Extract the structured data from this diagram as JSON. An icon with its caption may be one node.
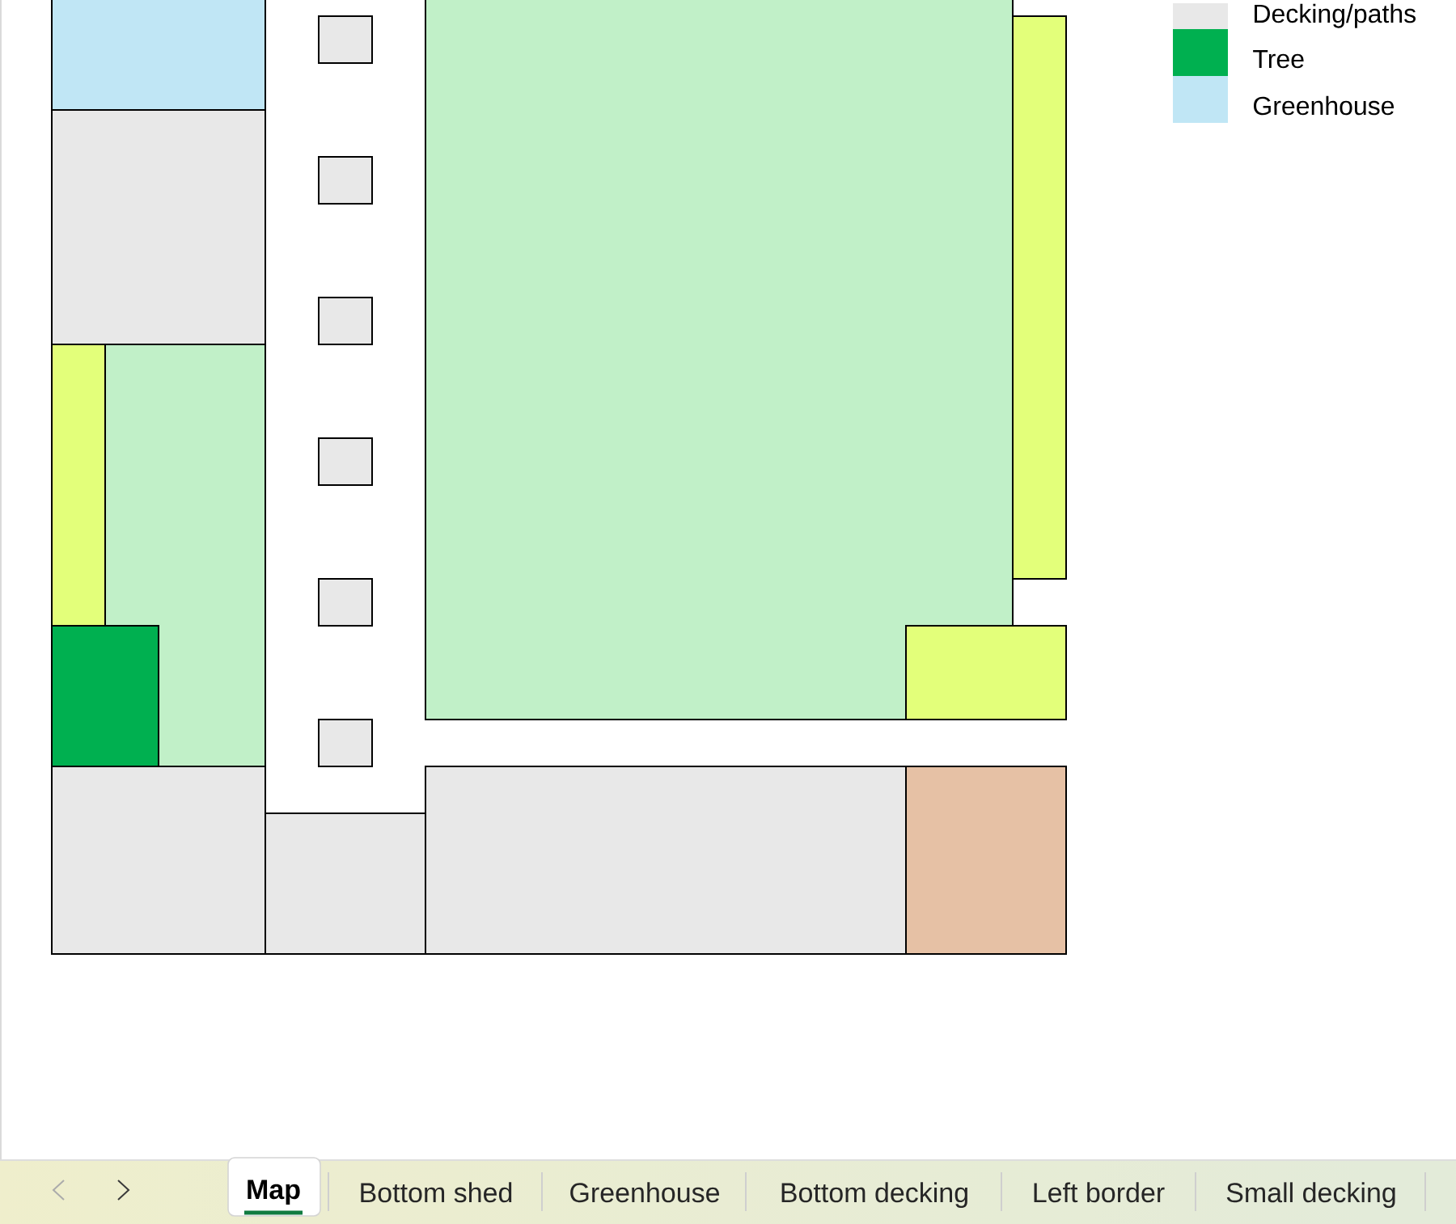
{
  "diagram": {
    "nodes": [
      {
        "text": [],
        "shape": "box"
      },
      {
        "text": [],
        "shape": "box"
      },
      {
        "text": [],
        "shape": "box"
      },
      {
        "text": [],
        "shape": "box"
      },
      {
        "text": [],
        "shape": "box"
      },
      {
        "text": [],
        "shape": "box"
      },
      {
        "text": [],
        "shape": "box"
      },
      {
        "text": [],
        "shape": "box"
      },
      {
        "text": [],
        "shape": "box"
      },
      {
        "text": [],
        "shape": "box"
      },
      {
        "text": [],
        "shape": "box"
      },
      {
        "text": [],
        "shape": "box"
      },
      {
        "text": [],
        "shape": "box"
      },
      {
        "text": [],
        "shape": "box"
      },
      {
        "text": [],
        "shape": "box"
      },
      {
        "text": [],
        "shape": "box"
      },
      {
        "text": [],
        "shape": "box"
      },
      {
        "text": [],
        "shape": "box"
      }
    ],
    "labels": [
      "Map",
      "Bottom shed",
      "Greenhouse",
      "Bottom decking",
      "Left border",
      "Small decking"
    ],
    "legend": [
      {
        "text": "Decking/paths",
        "color": "#e8e8e8"
      },
      {
        "text": "Tree",
        "color": "#00b050"
      },
      {
        "text": "Greenhouse",
        "color": "#c0e6f5"
      }
    ]
  }
}
